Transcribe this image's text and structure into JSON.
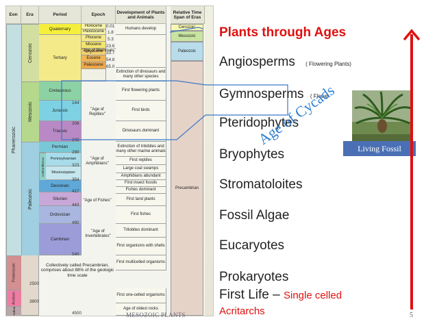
{
  "slide": {
    "title": "Plants through Ages",
    "items": [
      {
        "text": "Angiosperms",
        "note": "( Flowering Plants)"
      },
      {
        "text": "Gymnosperms",
        "note": "( Flowe"
      },
      {
        "text": "Pteridophytes",
        "note": ""
      },
      {
        "text": "Bryophytes",
        "note": ""
      },
      {
        "text": "Stromatoloites",
        "note": ""
      },
      {
        "text": "Fossil Algae",
        "note": ""
      },
      {
        "text": "Eucaryotes",
        "note": ""
      },
      {
        "text": "Prokaryotes",
        "note": ""
      },
      {
        "text": "First Life –",
        "note": "Single celled"
      },
      {
        "text": "Acritarchs",
        "note": ""
      }
    ],
    "overlay_text": "Age of Cycads",
    "living_fossil_label": "Living Fossil",
    "footer_left": "MESOZOIC PLANTS",
    "page_number": "5",
    "colors": {
      "title": "#e01010",
      "arrow": "#e01010",
      "overlay": "#2e7fd0",
      "label_bg": "#4a6fb4"
    }
  },
  "timescale": {
    "headers": {
      "eon": "Eon",
      "era": "Era",
      "period": "Period",
      "epoch": "Epoch",
      "development": "Development of Plants and Animals",
      "relative": "Relative Time Span of Eras"
    },
    "eons": {
      "phanerozoic": "Phanerozoic",
      "proterozoic": "Proterozoic",
      "archean": "Archean",
      "hadean": "Hadean"
    },
    "eras": {
      "cenozoic": "Cenozoic",
      "mesozoic": "Mesozoic",
      "paleozoic": "Paleozoic"
    },
    "periods": {
      "quaternary": "Quaternary",
      "tertiary": "Tertiary",
      "cretaceous": "Cretaceous",
      "jurassic": "Jurassic",
      "triassic": "Triassic",
      "permian": "Permian",
      "pennsylvanian": "Pennsylvanian",
      "mississippian": "Mississippian",
      "carboniferous": "Carboniferous",
      "devonian": "Devonian",
      "silurian": "Silurian",
      "ordovician": "Ordovician",
      "cambrian": "Cambrian"
    },
    "epochs": [
      "Holocene",
      "Pleistocene",
      "Pliocene",
      "Miocene",
      "Oligocene",
      "Eocene",
      "Paleocene"
    ],
    "numbers": {
      "n001": "0.01",
      "n18": "1.8",
      "n53": "5.3",
      "n236": "23.6",
      "n337": "33.7",
      "n548": "54.8",
      "n650": "65.0",
      "n144": "144",
      "n206": "206",
      "n248": "248",
      "n290": "290",
      "n323": "323",
      "n354": "354",
      "n417": "417",
      "n443": "443",
      "n490": "490",
      "n540": "540",
      "n2500": "2500",
      "n3800": "3800",
      "n4500": "4500"
    },
    "ages": {
      "mammals": "\"Age of Mammals\"",
      "reptiles": "\"Age of Reptiles\"",
      "amphibians": "\"Age of Amphibians\"",
      "fishes": "\"Age of Fishes\"",
      "invertebrates": "\"Age of Invertebrates\""
    },
    "events": {
      "humans": "Humans develop",
      "extinction_dino": "Extinction of dinosaurs and many other species",
      "first_flowering": "First flowering plants",
      "first_birds": "First birds",
      "dinosaurs": "Dinosaurs dominant",
      "extinction_trilo": "Extinction of trilobites and many other marine animals",
      "first_reptiles": "First reptiles",
      "coal": "Large coal swamps",
      "amphibians_abundant": "Amphibians abundant",
      "first_insect": "First insect fossils",
      "fishes_dominant": "Fishes dominant",
      "first_land": "First land plants",
      "first_fishes": "First fishes",
      "trilobites": "Trilobites dominant",
      "first_shells": "First organisms with shells",
      "first_multicell": "First multicelled organisms",
      "first_onecell": "First one-celled organisms",
      "oldest_rocks": "Age of oldest rocks"
    },
    "precambrian_note": "Collectively called Precambrian, comprises about 88% of the geologic time scale",
    "relative": {
      "cenozoic": "Cenozoic",
      "mesozoic": "Mesozoic",
      "paleozoic": "Paleozoic",
      "precambrian": "Precambrian"
    }
  }
}
